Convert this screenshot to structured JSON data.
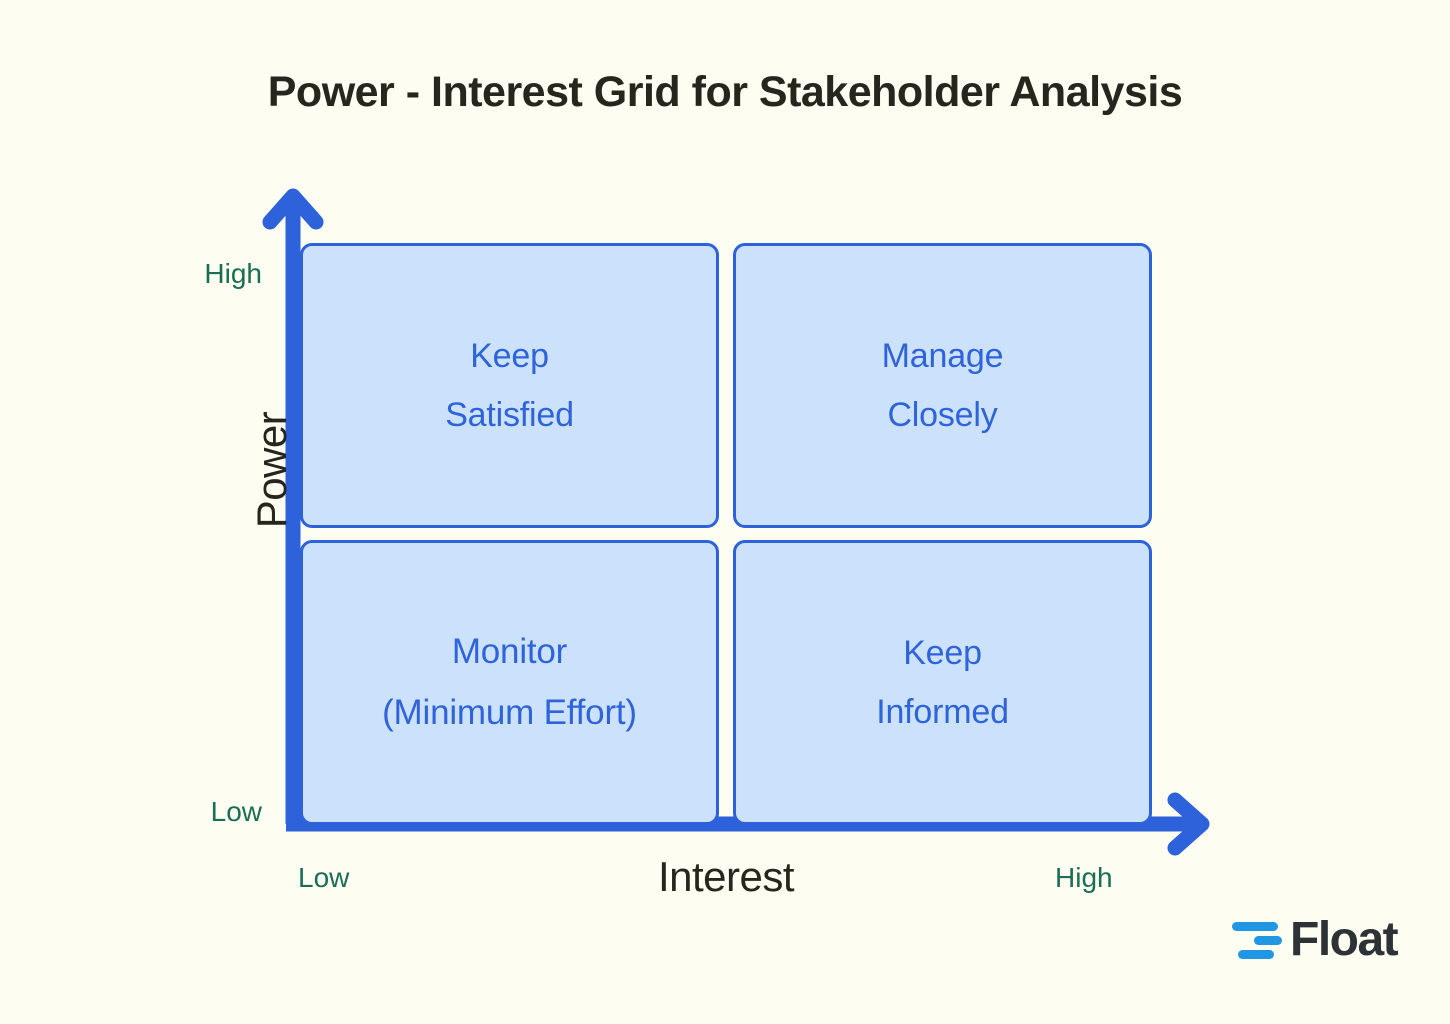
{
  "chart_data": {
    "type": "table",
    "title": "Power - Interest Grid for Stakeholder Analysis",
    "xlabel": "Interest",
    "ylabel": "Power",
    "x_ticks": [
      "Low",
      "High"
    ],
    "y_ticks": [
      "Low",
      "High"
    ],
    "grid": true,
    "legend": "none",
    "quadrants": [
      {
        "id": "top-left",
        "power": "High",
        "interest": "Low",
        "label": "Keep\nSatisfied"
      },
      {
        "id": "top-right",
        "power": "High",
        "interest": "High",
        "label": "Manage\nClosely"
      },
      {
        "id": "bottom-left",
        "power": "Low",
        "interest": "Low",
        "label": "Monitor\n(Minimum Effort)"
      },
      {
        "id": "bottom-right",
        "power": "Low",
        "interest": "High",
        "label": "Keep\nInformed"
      }
    ]
  },
  "axes": {
    "y": {
      "title": "Power",
      "high_label": "High",
      "low_label": "Low"
    },
    "x": {
      "title": "Interest",
      "low_label": "Low",
      "high_label": "High"
    }
  },
  "brand": {
    "name": "Float",
    "mark": "float-bars-logo"
  },
  "colors": {
    "background": "#FDFDF2",
    "quadrant_fill": "#CCE2FC",
    "quadrant_border": "#2E62DB",
    "quadrant_text": "#2F63DC",
    "axis": "#2E62DB",
    "tick_text": "#1A6E56",
    "title_text": "#26261F",
    "brand_blue": "#2196E3",
    "brand_dark": "#2D3237"
  }
}
